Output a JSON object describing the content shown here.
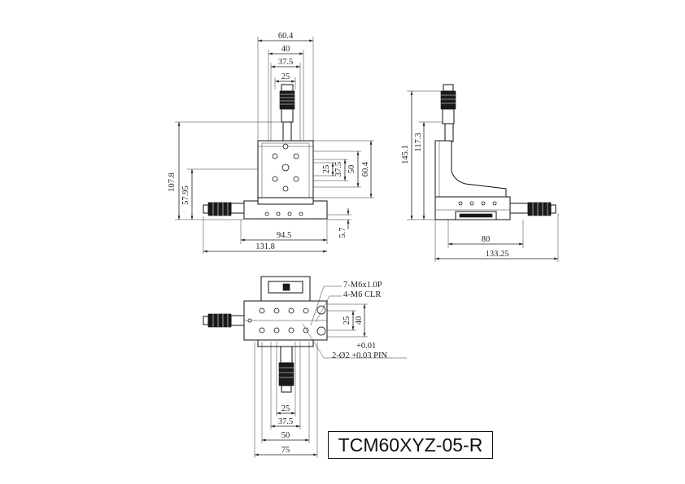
{
  "title": "TCM60XYZ-05-R",
  "front_view": {
    "dims_top": [
      "60.4",
      "40",
      "37.5",
      "25"
    ],
    "dims_right": [
      "25",
      "37.5",
      "50",
      "60.4"
    ],
    "dims_left": [
      "107.8",
      "57.95"
    ],
    "dims_bottom": [
      "94.5",
      "131.8"
    ],
    "dim_small": "5.7"
  },
  "side_view": {
    "dims_left": [
      "145.1",
      "117.3"
    ],
    "dims_bottom": [
      "80",
      "133.25"
    ]
  },
  "top_view": {
    "notes": [
      "7-M6x1.0P",
      "4-M6 CLR",
      "+0.01",
      "2-Ø2 +0.03 PIN"
    ],
    "dims_right": [
      "25",
      "40"
    ],
    "dims_bottom": [
      "25",
      "37.5",
      "50",
      "75"
    ]
  }
}
